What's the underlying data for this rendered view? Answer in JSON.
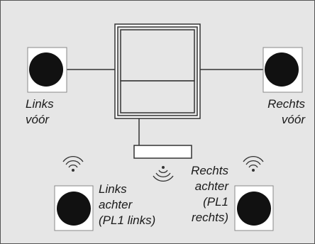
{
  "colors": {
    "background": "#e6e6e6",
    "border": "#555555",
    "speaker_box": "#ffffff",
    "speaker_driver": "#111111",
    "line": "#333333"
  },
  "labels": {
    "front_left": "Links\nvóór",
    "front_right": "Rechts\nvóór",
    "rear_left": "Links\nachter\n(PL1 links)",
    "rear_right": "Rechts\nachter\n(PL1\nrechts)"
  },
  "icons": {
    "tv": "tv-screen-icon",
    "soundbar": "soundbar-icon",
    "speaker": "speaker-icon",
    "wireless": "wireless-signal-icon"
  }
}
